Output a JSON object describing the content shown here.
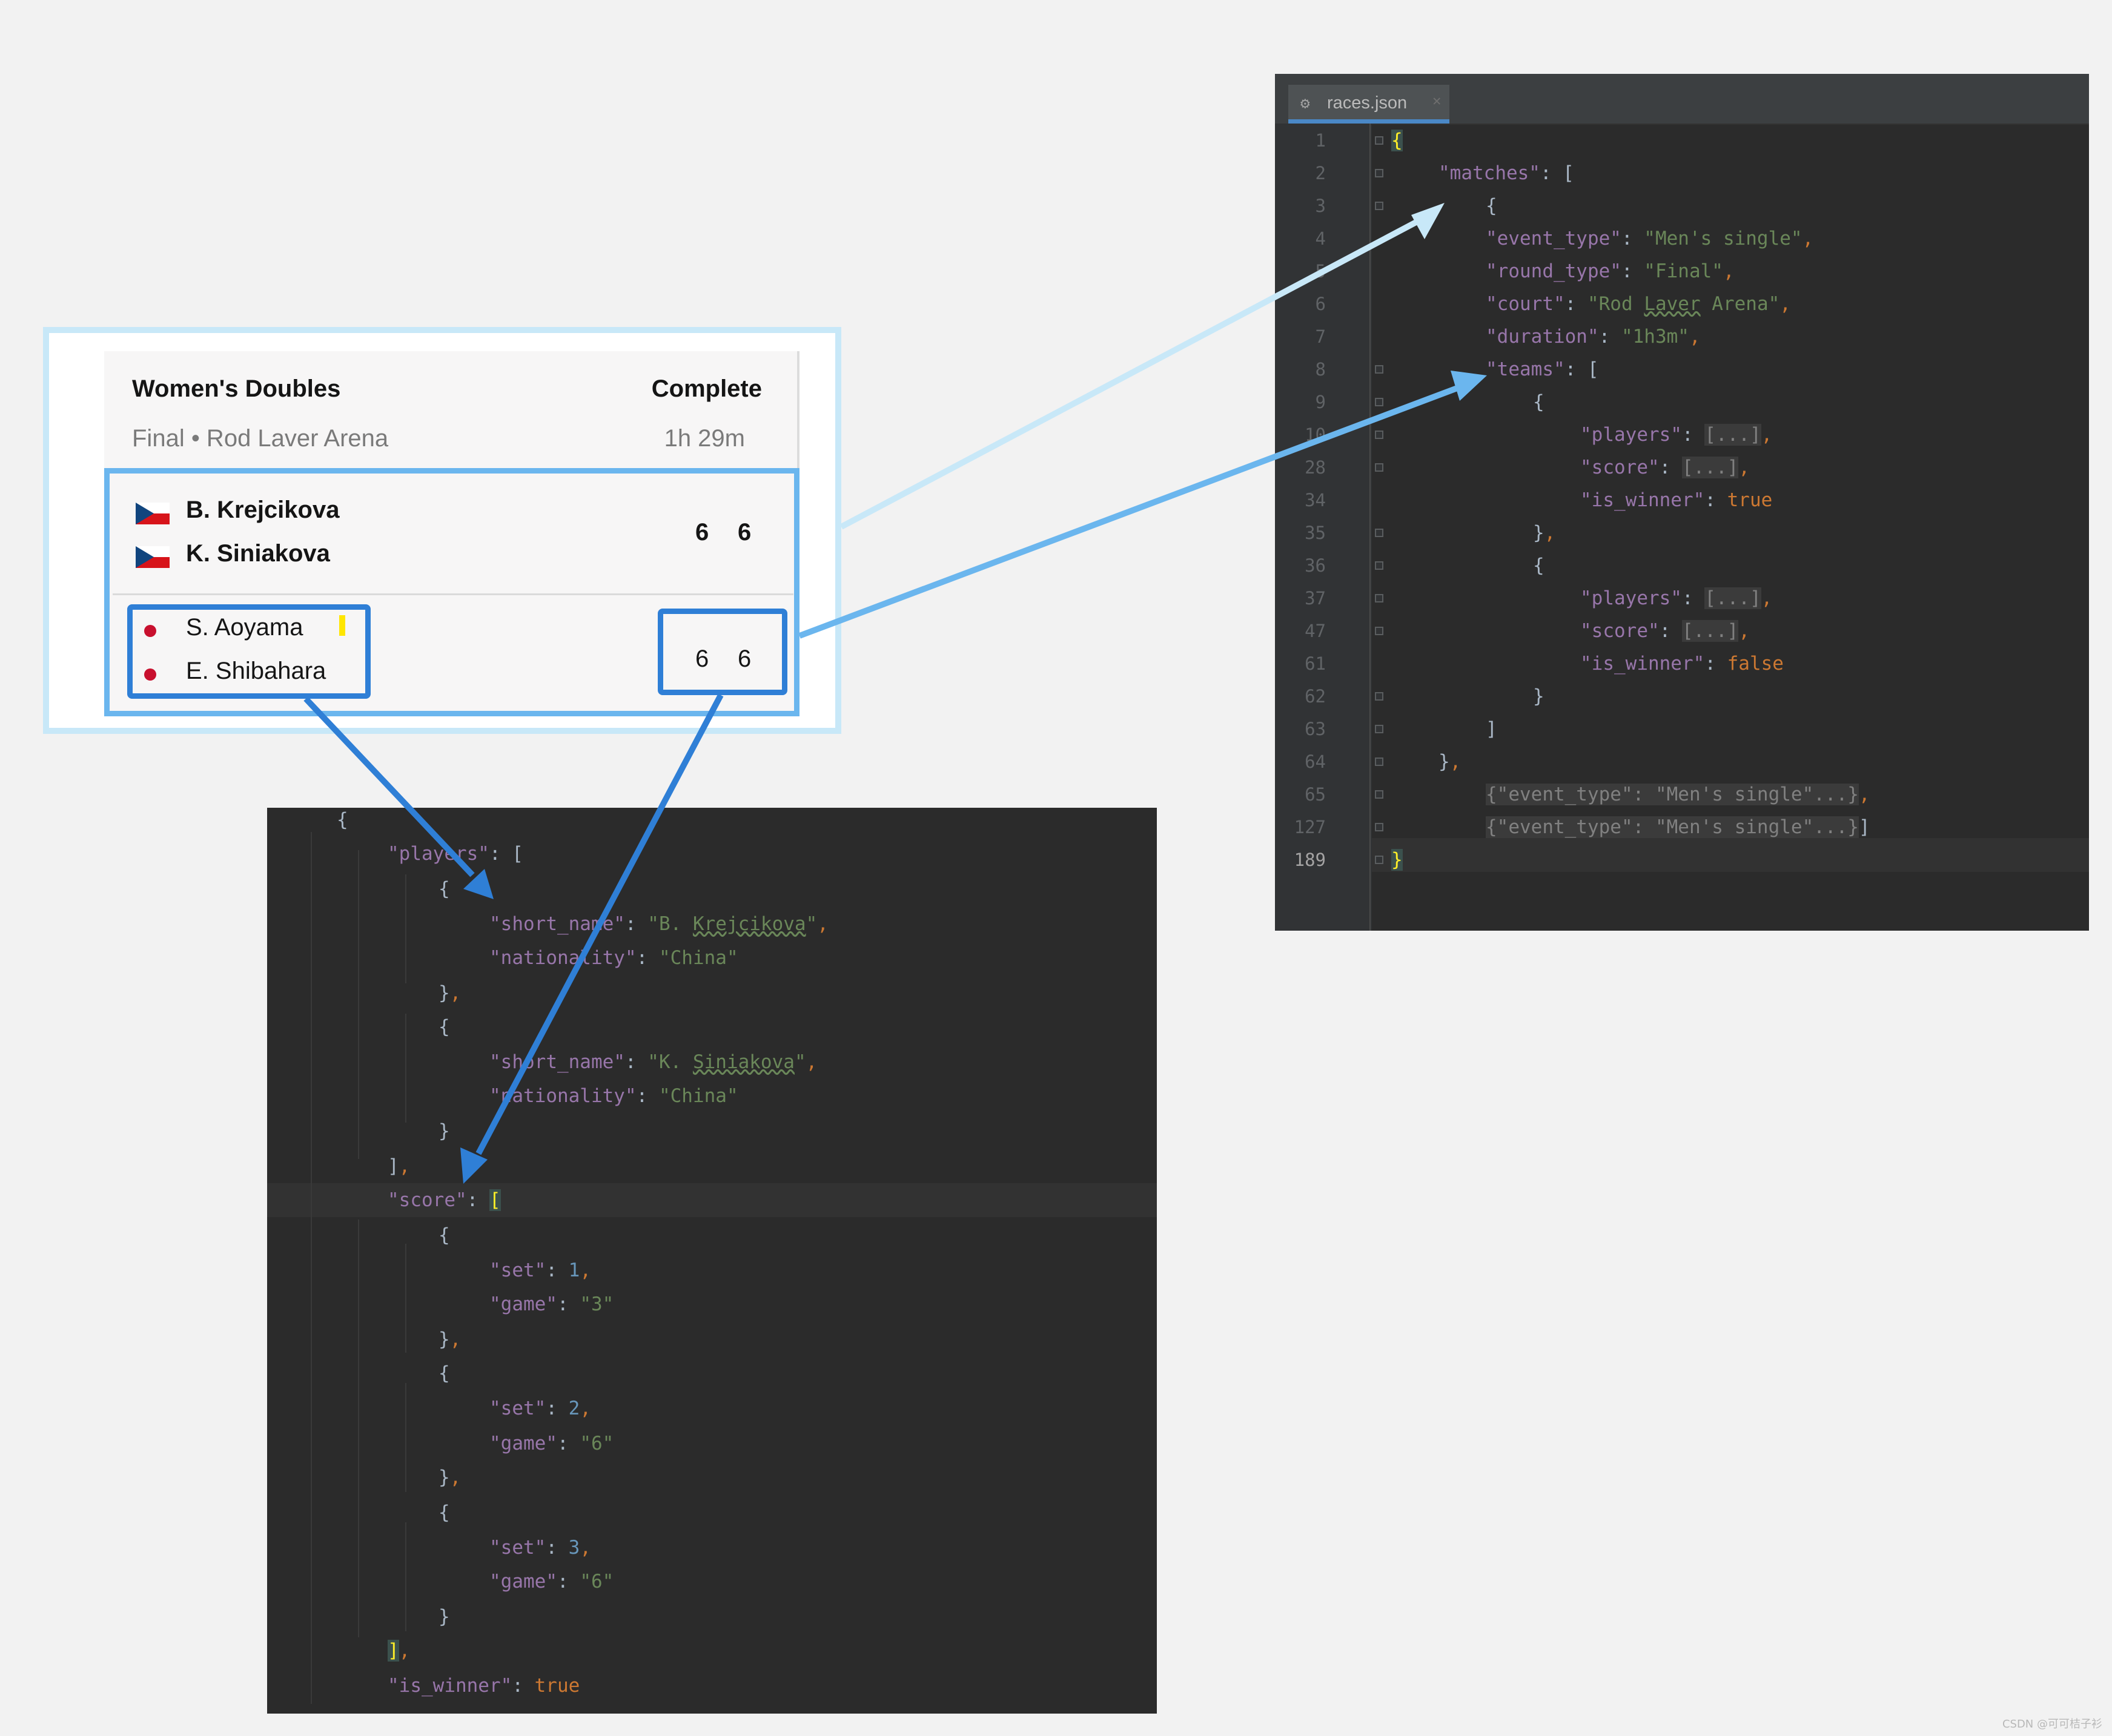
{
  "card": {
    "title": "Women's Doubles",
    "status": "Complete",
    "round": "Final • Rod Laver Arena",
    "duration": "1h 29m",
    "team1": {
      "player1": "B. Krejcikova",
      "player2": "K. Siniakova",
      "set1": "6",
      "set2": "6"
    },
    "team2": {
      "player1": "S. Aoyama",
      "player2": "E. Shibahara",
      "set1": "6",
      "set2": "6"
    }
  },
  "ide": {
    "tab_label": "races.json",
    "line_numbers": [
      "1",
      "2",
      "3",
      "4",
      "5",
      "6",
      "7",
      "8",
      "9",
      "10",
      "28",
      "34",
      "35",
      "36",
      "37",
      "47",
      "61",
      "62",
      "63",
      "64",
      "65",
      "127",
      "189"
    ]
  },
  "colors": {
    "highlight_light": "#6bb6ee",
    "highlight_dark": "#2f7fd6",
    "editor_bg": "#2b2b2b"
  },
  "watermark": "CSDN @可可桔子衫"
}
